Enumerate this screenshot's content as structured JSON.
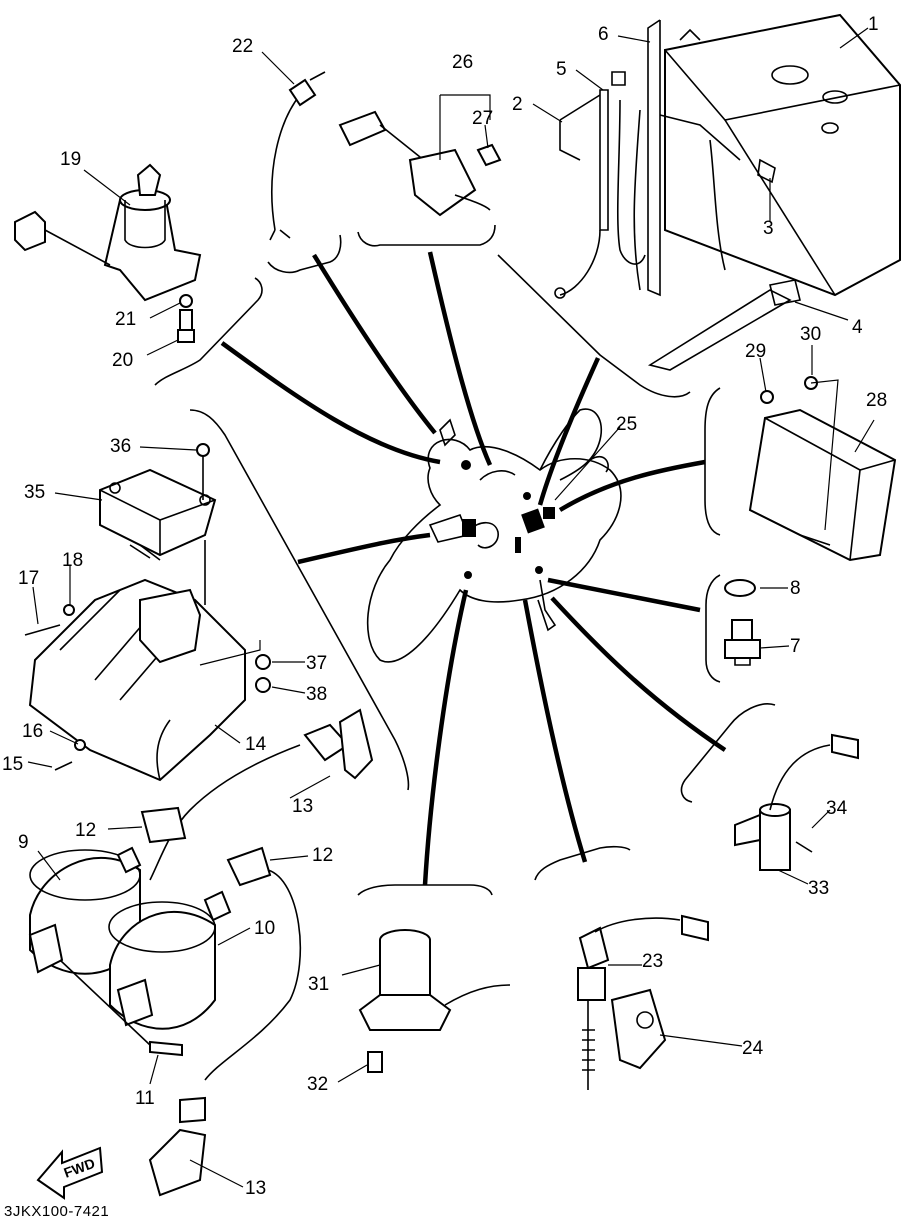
{
  "diagram": {
    "code": "3JKX100-7421",
    "fwd_label": "FWD",
    "callouts": [
      {
        "id": "c1",
        "label": "1"
      },
      {
        "id": "c2",
        "label": "2"
      },
      {
        "id": "c3",
        "label": "3"
      },
      {
        "id": "c4",
        "label": "4"
      },
      {
        "id": "c5",
        "label": "5"
      },
      {
        "id": "c6",
        "label": "6"
      },
      {
        "id": "c7",
        "label": "7"
      },
      {
        "id": "c8",
        "label": "8"
      },
      {
        "id": "c9",
        "label": "9"
      },
      {
        "id": "c10",
        "label": "10"
      },
      {
        "id": "c11",
        "label": "11"
      },
      {
        "id": "c12a",
        "label": "12"
      },
      {
        "id": "c12b",
        "label": "12"
      },
      {
        "id": "c13a",
        "label": "13"
      },
      {
        "id": "c13b",
        "label": "13"
      },
      {
        "id": "c14",
        "label": "14"
      },
      {
        "id": "c15",
        "label": "15"
      },
      {
        "id": "c16",
        "label": "16"
      },
      {
        "id": "c17",
        "label": "17"
      },
      {
        "id": "c18",
        "label": "18"
      },
      {
        "id": "c19",
        "label": "19"
      },
      {
        "id": "c20",
        "label": "20"
      },
      {
        "id": "c21",
        "label": "21"
      },
      {
        "id": "c22",
        "label": "22"
      },
      {
        "id": "c23",
        "label": "23"
      },
      {
        "id": "c24",
        "label": "24"
      },
      {
        "id": "c25",
        "label": "25"
      },
      {
        "id": "c26",
        "label": "26"
      },
      {
        "id": "c27",
        "label": "27"
      },
      {
        "id": "c28",
        "label": "28"
      },
      {
        "id": "c29",
        "label": "29"
      },
      {
        "id": "c30",
        "label": "30"
      },
      {
        "id": "c31",
        "label": "31"
      },
      {
        "id": "c32",
        "label": "32"
      },
      {
        "id": "c33",
        "label": "33"
      },
      {
        "id": "c34",
        "label": "34"
      },
      {
        "id": "c35",
        "label": "35"
      },
      {
        "id": "c36",
        "label": "36"
      },
      {
        "id": "c37",
        "label": "37"
      },
      {
        "id": "c38",
        "label": "38"
      }
    ]
  }
}
